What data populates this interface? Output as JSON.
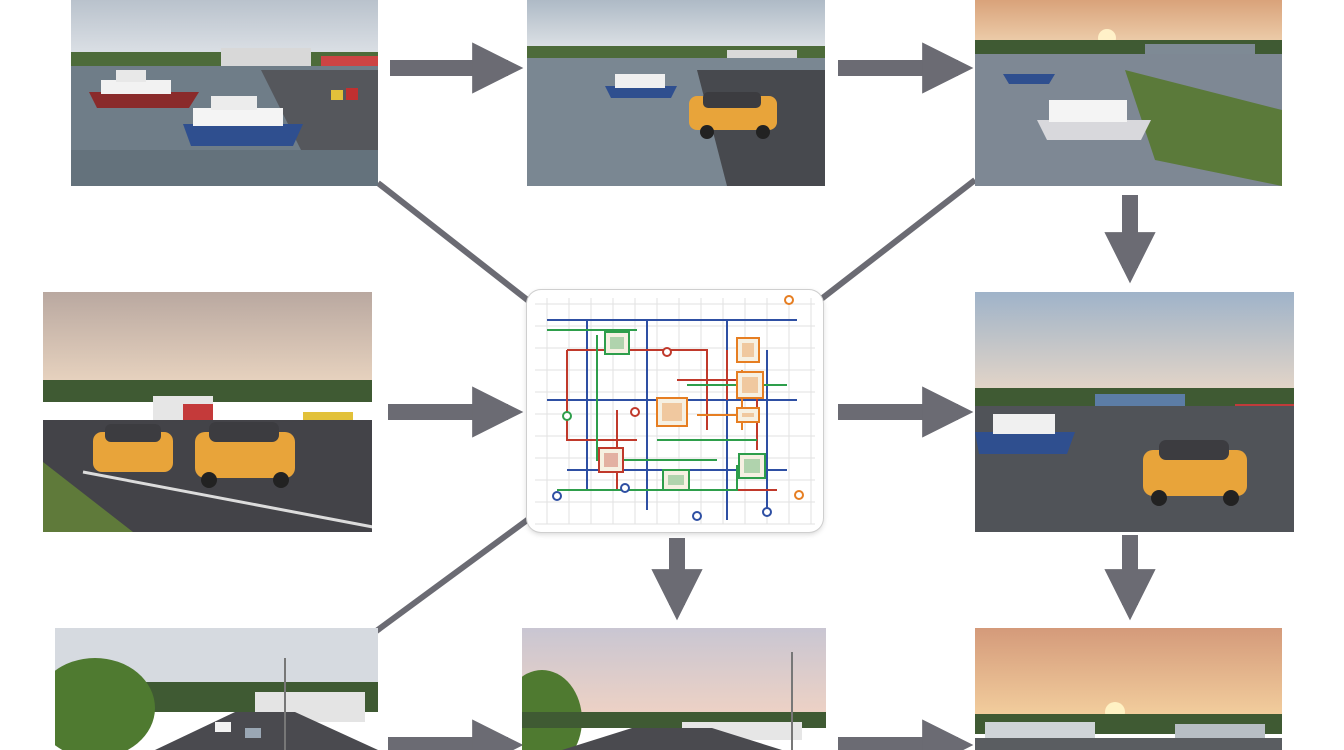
{
  "palette": {
    "arrow": "#6b6b73",
    "connector": "#6b6b73",
    "water": "#7d8a96",
    "road": "#3f3f44",
    "grass": "#5f7a3a",
    "car": "#e8a43a",
    "boat_hull": "#2f4f8f",
    "sky_dusk": "#e9b88f",
    "sky_day": "#c9ced6",
    "circuit_red": "#c0392b",
    "circuit_blue": "#2e4fa3",
    "circuit_green": "#2e9e4b",
    "circuit_orange": "#e67e22"
  },
  "panels": [
    {
      "id": "harbor-boats",
      "scene": "harbor",
      "sky": "day"
    },
    {
      "id": "harbor-car",
      "scene": "harbor-car",
      "sky": "day"
    },
    {
      "id": "harbor-sunset",
      "scene": "harbor",
      "sky": "sunset"
    },
    {
      "id": "road-cars",
      "scene": "road",
      "sky": "dusk"
    },
    {
      "id": "harbor-road-car",
      "scene": "harbor-car",
      "sky": "dusk"
    },
    {
      "id": "road-trees",
      "scene": "road",
      "sky": "day"
    },
    {
      "id": "road-dusk",
      "scene": "road",
      "sky": "dusk"
    },
    {
      "id": "sunset-town",
      "scene": "town",
      "sky": "sunset"
    }
  ],
  "center": {
    "id": "circuit-diagram",
    "icon": "circuit-board-icon"
  }
}
